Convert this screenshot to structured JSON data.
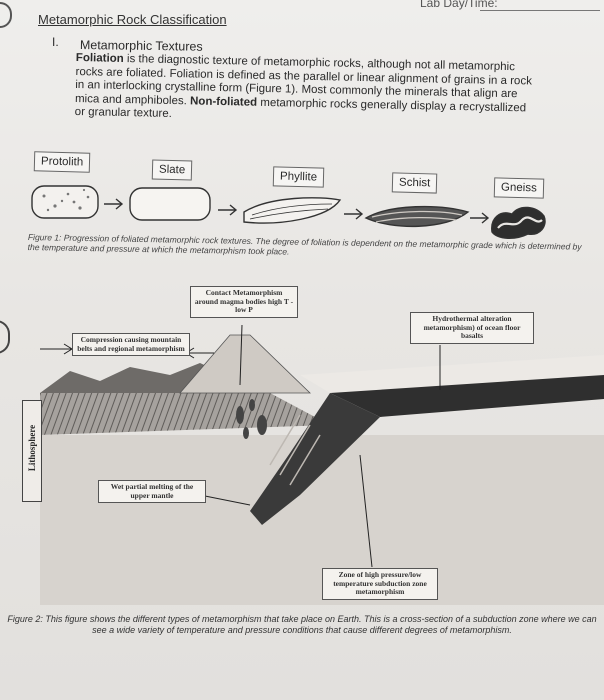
{
  "header": {
    "lab_label": "Lab Day/Time:"
  },
  "title": "Metamorphic Rock Classification",
  "section": {
    "number": "I.",
    "heading": "Metamorphic Textures",
    "term1": "Foliation",
    "text1": " is the diagnostic texture of metamorphic rocks, although not all metamorphic rocks are foliated. Foliation is defined as the parallel or linear alignment of grains in a rock in an interlocking crystalline form (Figure 1). Most commonly the minerals that align are mica and amphiboles. ",
    "term2": "Non-foliated",
    "text2": " metamorphic rocks generally display a recrystallized or granular texture."
  },
  "figure1": {
    "stages": [
      "Protolith",
      "Slate",
      "Phyllite",
      "Schist",
      "Gneiss"
    ],
    "caption": "Figure 1: Progression of foliated metamorphic rock textures. The degree of foliation is dependent on the metamorphic grade which is determined by the temperature and pressure at which the metamorphism took place."
  },
  "figure2": {
    "labels": {
      "contact": "Contact Metamorphism around magma bodies high T - low P",
      "compression": "Compression causing mountain belts and regional metamorphism",
      "hydrothermal": "Hydrothermal alteration metamorphism) of ocean floor basalts",
      "wet_melting": "Wet partial melting of the upper mantle",
      "subduction": "Zone of high pressure/low temperature subduction zone metamorphism",
      "lithosphere": "Lithosphere"
    },
    "caption": "Figure 2: This figure shows the different types of metamorphism that take place on Earth. This is a cross-section of a subduction zone where we can see a wide variety of temperature and pressure conditions that cause different degrees of metamorphism."
  },
  "colors": {
    "rock_dark": "#3a3a3a",
    "rock_mid": "#8a8886",
    "rock_light": "#cfcac4"
  }
}
